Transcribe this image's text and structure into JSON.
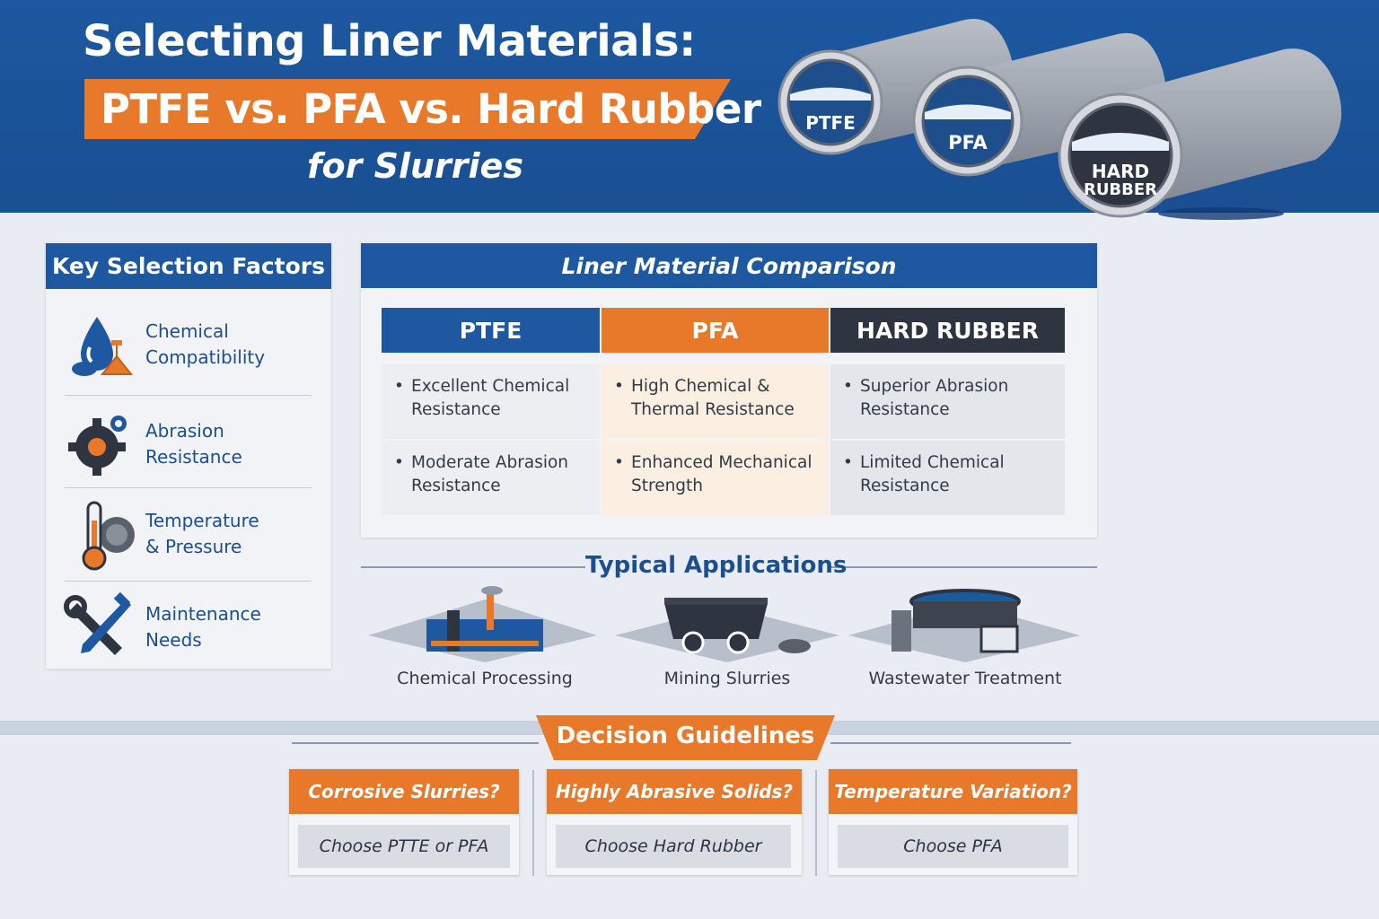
{
  "header": {
    "title": "Selecting Liner Materials:",
    "subtitle": "PTFE vs. PFA vs. Hard Rubber",
    "tagline": "for Slurries",
    "pipes": [
      {
        "label": "PTFE"
      },
      {
        "label": "PFA"
      },
      {
        "label_line1": "HARD",
        "label_line2": "RUBBER"
      }
    ]
  },
  "factors": {
    "title": "Key Selection Factors",
    "items": [
      {
        "line1": "Chemical",
        "line2": "Compatibility",
        "icon": "chemical-drop-flask-icon"
      },
      {
        "line1": "Abrasion",
        "line2": "Resistance",
        "icon": "gears-icon"
      },
      {
        "line1": "Temperature",
        "line2": "& Pressure",
        "icon": "thermometer-gauge-icon"
      },
      {
        "line1": "Maintenance",
        "line2": "Needs",
        "icon": "wrench-screwdriver-icon"
      }
    ]
  },
  "comparison": {
    "title": "Liner Material Comparison",
    "columns": [
      {
        "name": "PTFE",
        "color": "#1d58a0",
        "rows": [
          {
            "line1": "Excellent Chemical",
            "line2": "Resistance"
          },
          {
            "line1": "Moderate Abrasion",
            "line2": "Resistance"
          }
        ]
      },
      {
        "name": "PFA",
        "color": "#e8792a",
        "rows": [
          {
            "line1": "High Chemical &",
            "line2": "Thermal Resistance"
          },
          {
            "line1": "Enhanced Mechanical",
            "line2": "Strength"
          }
        ]
      },
      {
        "name": "HARD RUBBER",
        "color": "#2e3440",
        "rows": [
          {
            "line1": "Superior Abrasion",
            "line2": "Resistance"
          },
          {
            "line1": "Limited Chemical",
            "line2": "Resistance"
          }
        ]
      }
    ],
    "bullet": "•"
  },
  "applications": {
    "title": "Typical Applications",
    "items": [
      {
        "label": "Chemical Processing",
        "icon": "factory-icon"
      },
      {
        "label": "Mining Slurries",
        "icon": "mining-cart-icon"
      },
      {
        "label": "Wastewater Treatment",
        "icon": "treatment-plant-icon"
      }
    ]
  },
  "decisions": {
    "title": "Decision Guidelines",
    "items": [
      {
        "question": "Corrosive Slurries?",
        "answer": "Choose PTTE or PFA"
      },
      {
        "question": "Highly Abrasive Solids?",
        "answer": "Choose Hard Rubber"
      },
      {
        "question": "Temperature Variation?",
        "answer": "Choose PFA"
      }
    ]
  },
  "colors": {
    "blue": "#1d58a0",
    "orange": "#e8792a",
    "dark": "#2e3440"
  }
}
